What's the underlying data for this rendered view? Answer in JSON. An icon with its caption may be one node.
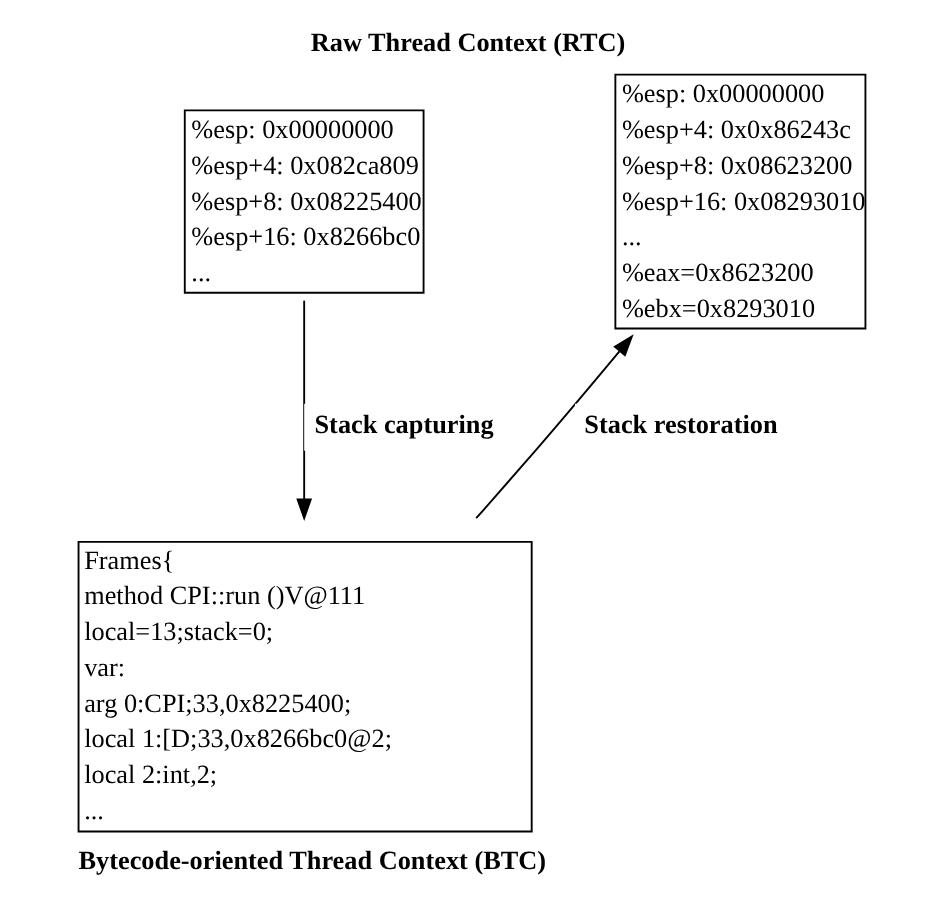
{
  "diagram": {
    "title": "Raw Thread Context (RTC)",
    "nodes": [
      {
        "text": [
          "%esp: 0x00000000",
          "%esp+4: 0x082ca809",
          "%esp+8: 0x08225400",
          "%esp+16: 0x8266bc0",
          "..."
        ]
      },
      {
        "text": [
          "%esp: 0x00000000",
          "%esp+4: 0x0x86243c",
          "%esp+8: 0x08623200",
          "%esp+16: 0x08293010",
          "...",
          "%eax=0x8623200",
          "%ebx=0x8293010"
        ]
      },
      {
        "text": [
          "Frames{",
          "method CPI::run ()V@111",
          "local=13;stack=0;",
          "var:",
          "arg 0:CPI;33,0x8225400;",
          "local 1:[D;33,0x8266bc0@2;",
          "local 2:int,2;",
          "..."
        ],
        "beside": [
          "Bytecode-oriented Thread Context (BTC)"
        ]
      }
    ],
    "edges": [
      {
        "from": 0,
        "to": 2,
        "arrow": "to",
        "label": "Stack capturing"
      },
      {
        "from": 2,
        "to": 1,
        "arrow": "to",
        "label": "Stack restoration"
      }
    ]
  }
}
